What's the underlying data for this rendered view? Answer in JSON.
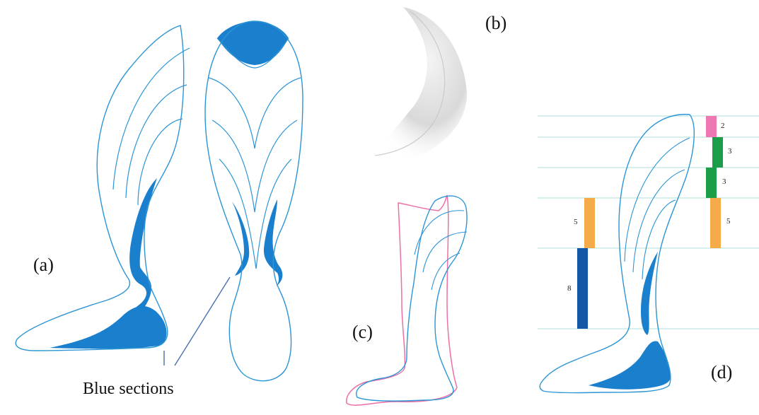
{
  "labels": {
    "panel_a": "(a)",
    "panel_b": "(b)",
    "panel_c": "(c)",
    "panel_d": "(d)",
    "caption": "Blue sections"
  },
  "bars_left": [
    {
      "value": "5",
      "color": "#f6ab4a"
    },
    {
      "value": "8",
      "color": "#1258a6"
    }
  ],
  "bars_right": [
    {
      "value": "2",
      "color": "#ee78b2"
    },
    {
      "value": "3",
      "color": "#1b9e47"
    },
    {
      "value": "3",
      "color": "#1b9e47"
    },
    {
      "value": "5",
      "color": "#f6ab4a"
    }
  ],
  "colors": {
    "outline": "#2b95d6",
    "fill": "#1a7fcc",
    "pink_outline": "#ec6fa6",
    "grid": "#bfe6e2"
  }
}
